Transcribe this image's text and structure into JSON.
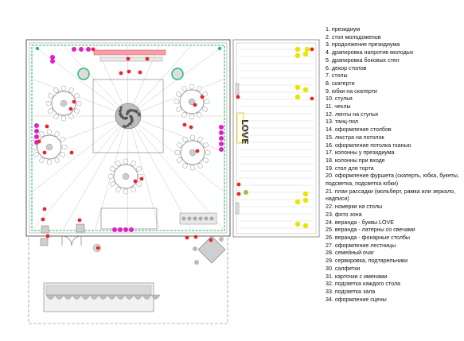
{
  "plan": {
    "veranda_letters": "LOVE",
    "marker_color": "#e8242a",
    "accent_green": "#1fb870",
    "accent_magenta": "#e020c8",
    "accent_yellow": "#e6e600",
    "accent_pink": "#f06070"
  },
  "legend": {
    "items": [
      "1. президиум",
      "2. стол молодоженов",
      "3. продолжение президиума",
      "4. драпировка напротив молодых",
      "5. драпировка боковых стен",
      "6. декор столов",
      "7. столы",
      "8. скатерти",
      "9. юбки на скатерти",
      "10. стулья",
      "11. чехлы",
      "12. ленты на стулья",
      "13. танц-пол",
      "14. оформление столбов",
      "15. люстра на потолок",
      "16. оформление потолка тканью",
      "17. колонны у президиума",
      "18. колонны при входе",
      "19. стол для торта",
      "20. оформление фуршета (скатерть, юбка, букеты, подсветка, подсветка юбки)",
      "21. план рассадки (мольберт, рамка или зеркало, надписи)",
      "22. номерки на столы",
      "23. фото зона",
      "24. веранда - буквы LOVE",
      "25. веранда - латерны со свечами",
      "26. веранда - фонарные столбы",
      "27. оформление лестницы",
      "28. семейный очаг",
      "29. сервировка, подтарельники",
      "30. салфетки",
      "31. карточки с именами",
      "32. подсветка каждого стола",
      "33. подсветка зала",
      "34. оформление сцены"
    ]
  }
}
